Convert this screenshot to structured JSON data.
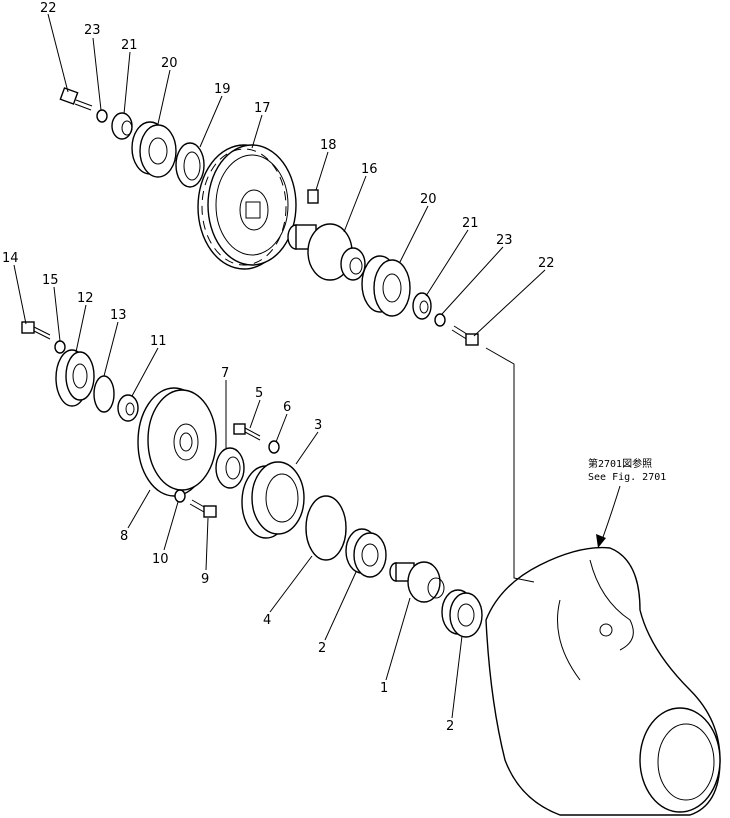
{
  "figure_note": {
    "line1": "第2701図参照",
    "line2": "See Fig. 2701"
  },
  "callouts": {
    "c22a": "22",
    "c23a": "23",
    "c21a": "21",
    "c20a": "20",
    "c19": "19",
    "c17": "17",
    "c18": "18",
    "c16": "16",
    "c20b": "20",
    "c21b": "21",
    "c23b": "23",
    "c22b": "22",
    "c14": "14",
    "c15": "15",
    "c12": "12",
    "c13": "13",
    "c11": "11",
    "c7": "7",
    "c5": "5",
    "c6": "6",
    "c3": "3",
    "c8": "8",
    "c10": "10",
    "c9": "9",
    "c4": "4",
    "c2a": "2",
    "c1": "1",
    "c2b": "2"
  }
}
